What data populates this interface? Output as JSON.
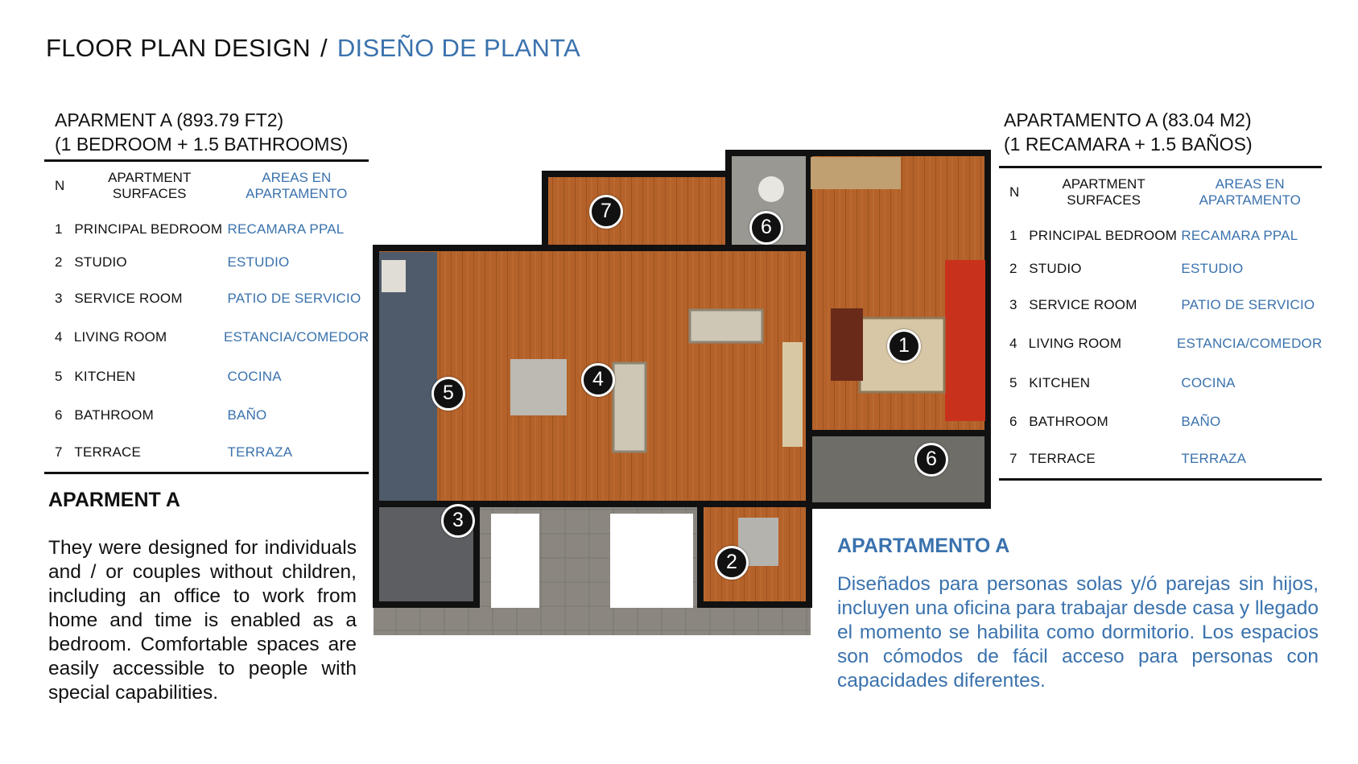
{
  "title": {
    "en": "FLOOR PLAN DESIGN",
    "separator": "/",
    "es": "DISEÑO DE PLANTA"
  },
  "left_table": {
    "heading_line1": "APARMENT A  (893.79 FT2)",
    "heading_line2": "(1 BEDROOM + 1.5 BATHROOMS)",
    "col_n": "N",
    "col_surfaces": "APARTMENT SURFACES",
    "col_areas": "AREAS EN APARTAMENTO",
    "rows": [
      {
        "n": "1",
        "en": "PRINCIPAL BEDROOM",
        "es": "RECAMARA PPAL"
      },
      {
        "n": "2",
        "en": "STUDIO",
        "es": "ESTUDIO"
      },
      {
        "n": "3",
        "en": "SERVICE ROOM",
        "es": "PATIO DE SERVICIO"
      },
      {
        "n": "4",
        "en": "LIVING ROOM",
        "es": "ESTANCIA/COMEDOR"
      },
      {
        "n": "5",
        "en": "KITCHEN",
        "es": "COCINA"
      },
      {
        "n": "6",
        "en": "BATHROOM",
        "es": "BAÑO"
      },
      {
        "n": "7",
        "en": "TERRACE",
        "es": "TERRAZA"
      }
    ]
  },
  "right_table": {
    "heading_line1": "APARTAMENTO A  (83.04 M2)",
    "heading_line2": "(1 RECAMARA + 1.5 BAÑOS)",
    "col_n": "N",
    "col_surfaces": "APARTMENT SURFACES",
    "col_areas": "AREAS EN APARTAMENTO",
    "rows": [
      {
        "n": "1",
        "en": "PRINCIPAL BEDROOM",
        "es": "RECAMARA PPAL"
      },
      {
        "n": "2",
        "en": "STUDIO",
        "es": "ESTUDIO"
      },
      {
        "n": "3",
        "en": "SERVICE ROOM",
        "es": "PATIO DE SERVICIO"
      },
      {
        "n": "4",
        "en": "LIVING ROOM",
        "es": "ESTANCIA/COMEDOR"
      },
      {
        "n": "5",
        "en": "KITCHEN",
        "es": "COCINA"
      },
      {
        "n": "6",
        "en": "BATHROOM",
        "es": "BAÑO"
      },
      {
        "n": "7",
        "en": "TERRACE",
        "es": "TERRAZA"
      }
    ]
  },
  "desc_en": {
    "heading": "APARMENT A",
    "body": "They were designed for individuals and / or couples without children, including an office to work from home and time is enabled as a bedroom. Comfortable spaces are easily accessible to people with special capabilities."
  },
  "desc_es": {
    "heading": "APARTAMENTO A",
    "body": "Diseñados para personas solas y/ó parejas sin hijos, incluyen una oficina para  trabajar desde casa y llegado el momento se habilita como dormitorio. Los espacios son cómodos de fácil acceso para personas con capacidades diferentes."
  },
  "plan_markers": [
    "1",
    "2",
    "3",
    "4",
    "5",
    "6",
    "6",
    "7"
  ],
  "colors": {
    "accent_blue": "#3a72ad",
    "floor_wood": "#b8652a",
    "wall": "#111111",
    "accent_red": "#c8321c"
  }
}
